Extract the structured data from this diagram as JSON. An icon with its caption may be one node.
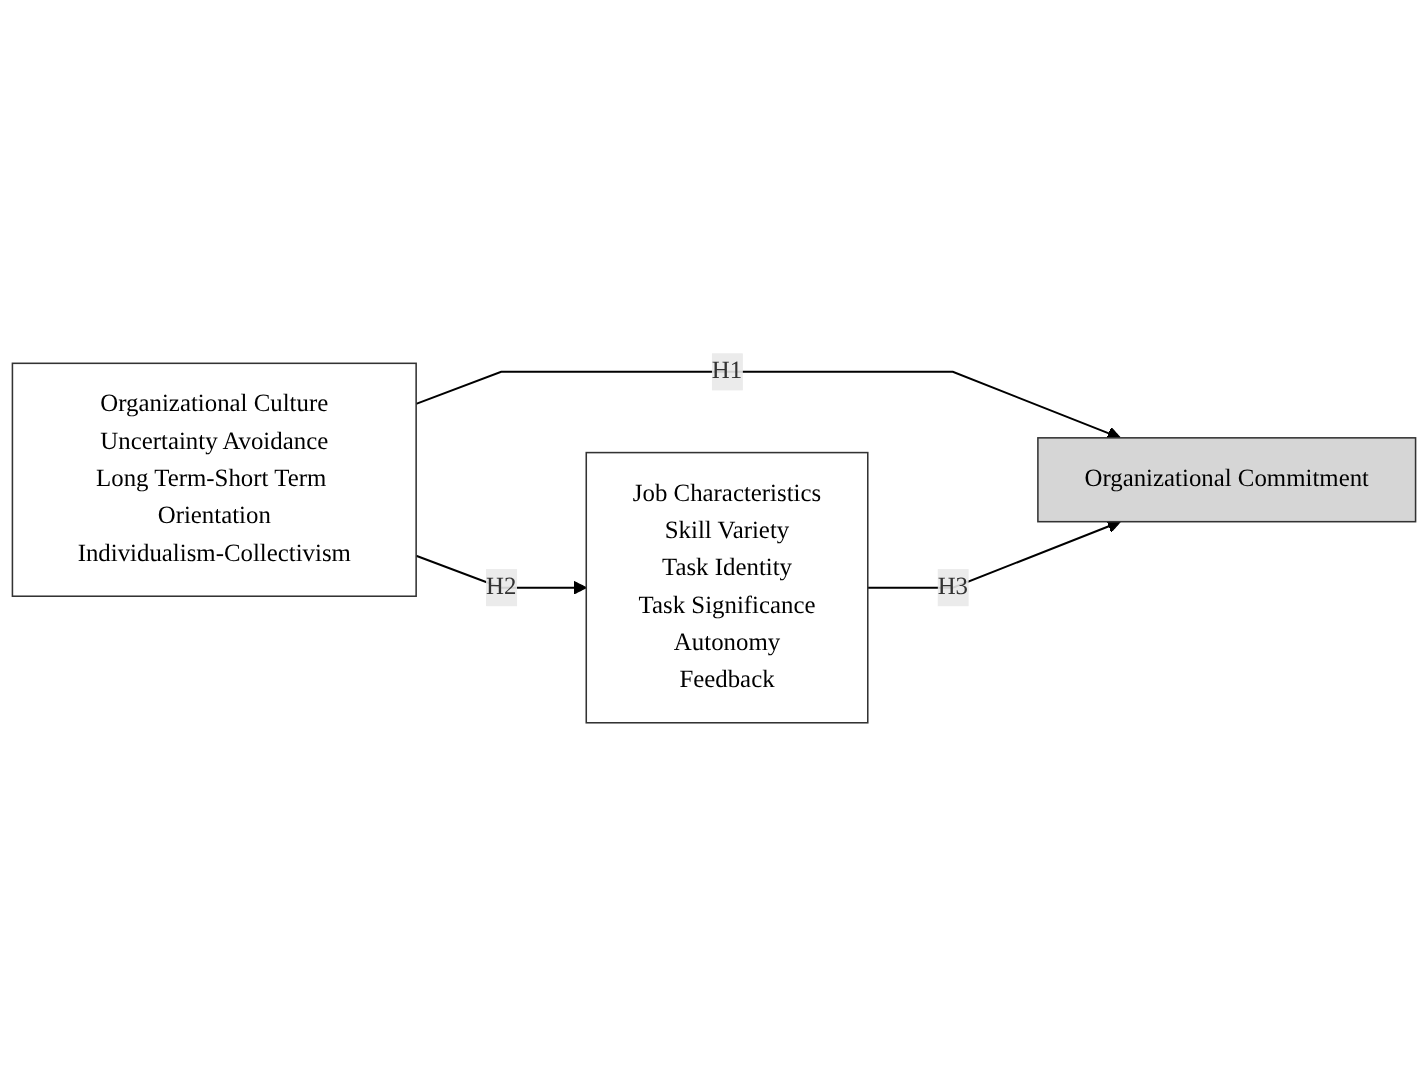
{
  "diagram": {
    "nodes": [
      {
        "text": [
          "Organizational Culture",
          "Uncertainty Avoidance",
          "Long Term-Short Term Orientation",
          "Individualism-Collectivism"
        ]
      },
      {
        "text": [
          "Organizational Commitment"
        ]
      },
      {
        "text": [
          "Job Characteristics",
          "Skill Variety",
          "Task Identity",
          "Task Significance",
          "Autonomy",
          "Feedback"
        ]
      }
    ],
    "edges": [
      {
        "from": 0,
        "to": 1,
        "arrow": "to",
        "label": "H1"
      },
      {
        "from": 0,
        "to": 2,
        "arrow": "to",
        "label": "H2"
      },
      {
        "from": 2,
        "to": 1,
        "arrow": "to",
        "label": "H3"
      }
    ]
  }
}
